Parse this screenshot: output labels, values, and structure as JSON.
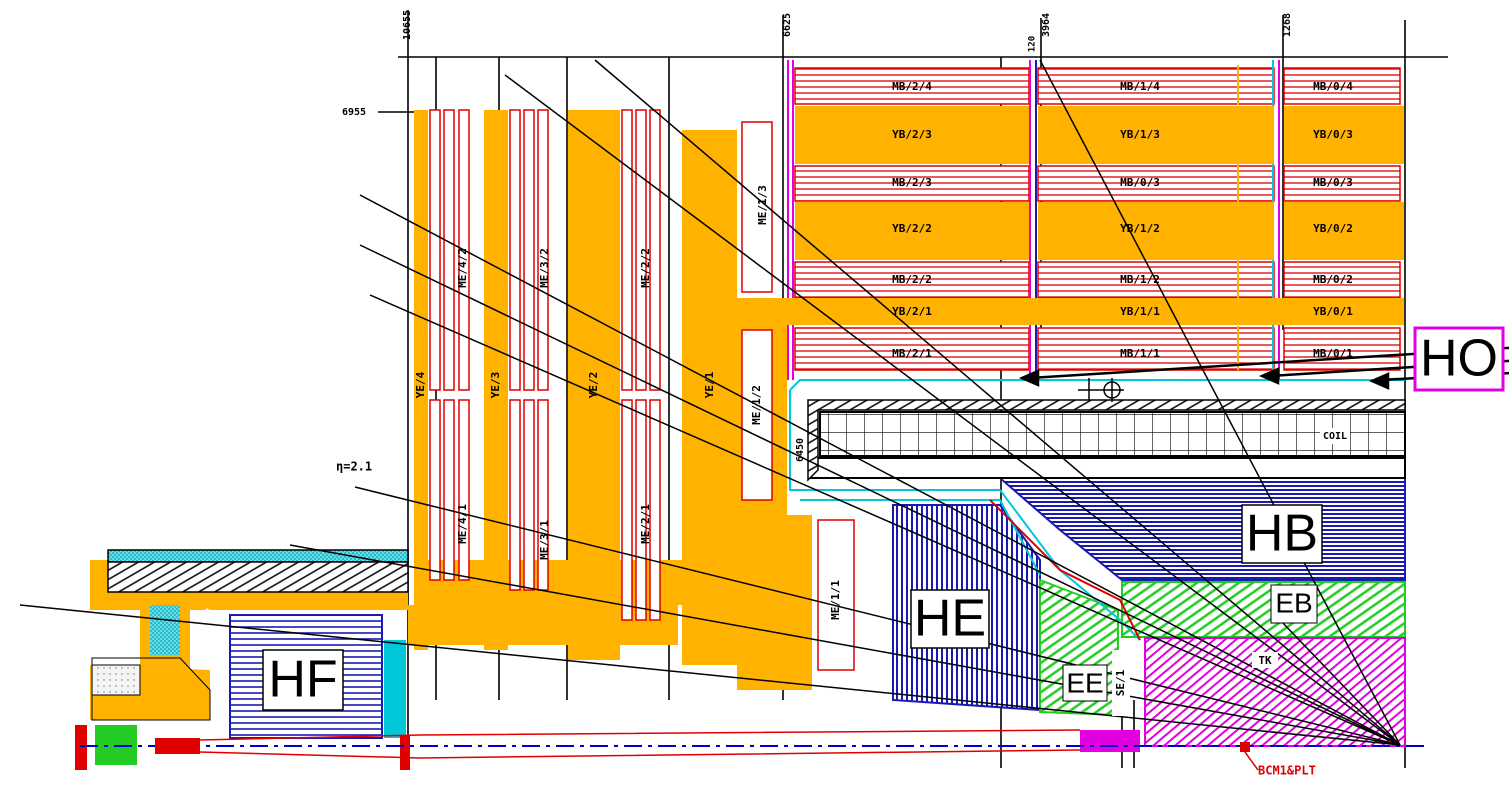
{
  "colors": {
    "yoke": "#FFB300",
    "chamber": "#E00000",
    "hcal": "#1A1AB0",
    "ecal": "#22CC22",
    "tracker": "#E000E0",
    "outer": "#00C8D8",
    "beam": "#0000CC"
  },
  "dimensions": {
    "d10655": "10655",
    "d6625": "6625",
    "d3964": "3964",
    "d1268": "1268",
    "d120": "120",
    "d6955": "6955",
    "d6450": "6450"
  },
  "eta_label": "η=2.1",
  "barrel": {
    "mb": [
      "MB/2/4",
      "MB/1/4",
      "MB/0/4",
      "MB/2/3",
      "MB/0/3",
      "MB/0/3",
      "MB/2/2",
      "MB/1/2",
      "MB/0/2",
      "MB/2/1",
      "MB/1/1",
      "MB/0/1"
    ],
    "yb": [
      "YB/2/3",
      "YB/1/3",
      "YB/0/3",
      "YB/2/2",
      "YB/1/2",
      "YB/0/2",
      "YB/2/1",
      "YB/1/1",
      "YB/0/1"
    ]
  },
  "endcap": {
    "ye": [
      "YE/4",
      "YE/3",
      "YE/2",
      "YE/1"
    ],
    "me": [
      "ME/4/2",
      "ME/3/2",
      "ME/2/2",
      "ME/1/3",
      "ME/1/2",
      "ME/4/1",
      "ME/3/1",
      "ME/2/1",
      "ME/1/1"
    ]
  },
  "subdetectors": {
    "hf": "HF",
    "he": "HE",
    "hb": "HB",
    "ho": "HO",
    "eb": "EB",
    "ee": "EE",
    "se": "SE/1",
    "tk": "TK",
    "coil": "COIL",
    "bcm": "BCM1&PLT"
  }
}
